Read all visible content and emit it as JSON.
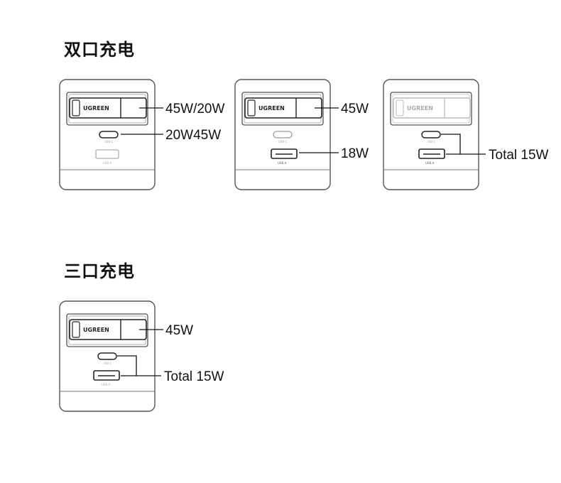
{
  "sections": {
    "dual": {
      "title": "双口充电"
    },
    "triple": {
      "title": "三口充电"
    }
  },
  "devices": [
    {
      "brand": "UGREEN",
      "port_c": "USB-C",
      "port_a": "USB-A",
      "label_top": "45W/20W",
      "label_mid": "20W45W"
    },
    {
      "brand": "UGREEN",
      "port_c": "USB-C",
      "port_a": "USB A",
      "label_top": "45W",
      "label_a": "18W"
    },
    {
      "brand": "UGREEN",
      "port_c": "USB-C",
      "port_a": "USB A",
      "label_bracket": "Total 15W"
    },
    {
      "brand": "UGREEN",
      "port_c": "USB-C",
      "port_a": "USB-A",
      "label_top": "45W",
      "label_bracket": "Total 15W"
    }
  ]
}
